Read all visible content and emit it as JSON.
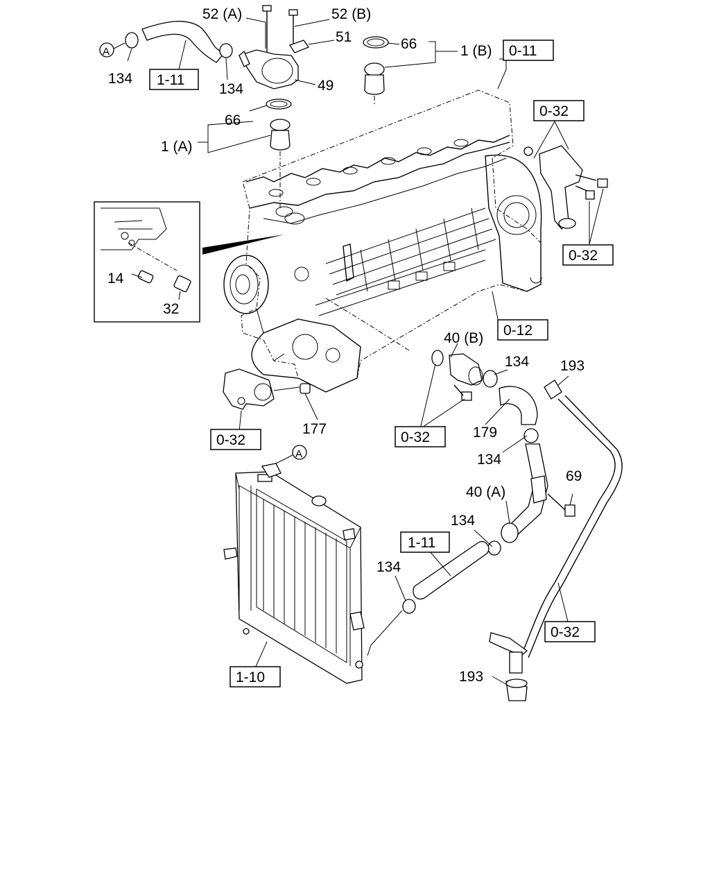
{
  "diagram": {
    "part_labels": [
      {
        "id": "p52a",
        "text": "52 (A)"
      },
      {
        "id": "p52b",
        "text": "52 (B)"
      },
      {
        "id": "p51",
        "text": "51"
      },
      {
        "id": "p66a",
        "text": "66"
      },
      {
        "id": "p1b",
        "text": "1 (B)"
      },
      {
        "id": "p134a",
        "text": "134"
      },
      {
        "id": "p134b",
        "text": "134"
      },
      {
        "id": "p49",
        "text": "49"
      },
      {
        "id": "p66b",
        "text": "66"
      },
      {
        "id": "p1a",
        "text": "1 (A)"
      },
      {
        "id": "p14",
        "text": "14"
      },
      {
        "id": "p32",
        "text": "32"
      },
      {
        "id": "p40b",
        "text": "40 (B)"
      },
      {
        "id": "p134c",
        "text": "134"
      },
      {
        "id": "p193a",
        "text": "193"
      },
      {
        "id": "p177",
        "text": "177"
      },
      {
        "id": "p179",
        "text": "179"
      },
      {
        "id": "p134d",
        "text": "134"
      },
      {
        "id": "p69",
        "text": "69"
      },
      {
        "id": "p40a",
        "text": "40 (A)"
      },
      {
        "id": "p134e",
        "text": "134"
      },
      {
        "id": "p134f",
        "text": "134"
      },
      {
        "id": "p193b",
        "text": "193"
      }
    ],
    "ref_boxes": [
      {
        "id": "r111a",
        "text": "1-11"
      },
      {
        "id": "r011",
        "text": "0-11"
      },
      {
        "id": "r032a",
        "text": "0-32"
      },
      {
        "id": "r032b",
        "text": "0-32"
      },
      {
        "id": "r012",
        "text": "0-12"
      },
      {
        "id": "r032c",
        "text": "0-32"
      },
      {
        "id": "r032d",
        "text": "0-32"
      },
      {
        "id": "r111b",
        "text": "1-11"
      },
      {
        "id": "r032e",
        "text": "0-32"
      },
      {
        "id": "r110",
        "text": "1-10"
      }
    ],
    "callout_a": "A"
  }
}
